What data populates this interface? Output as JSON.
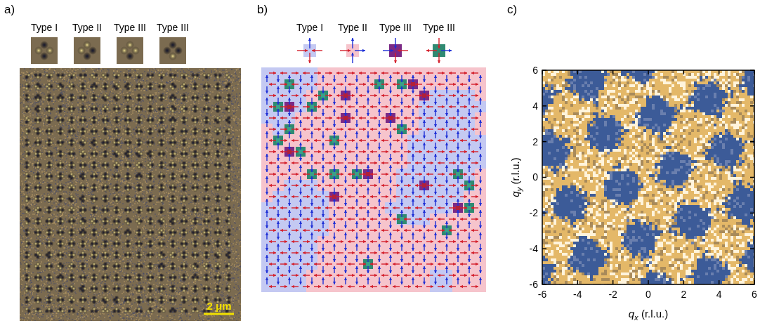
{
  "diagram": {
    "labels": [
      "a)",
      "Type I",
      "Type II",
      "Type III",
      "Type III",
      "2 μm",
      "b)",
      "Type I",
      "Type II",
      "Type III",
      "Type III",
      "c)",
      "6",
      "4",
      "2",
      "0",
      "-2",
      "-4",
      "-6",
      "qy (r.l.u.)",
      "-6",
      "-4",
      "-2",
      "0",
      "2",
      "4",
      "6",
      "qx (r.l.u.)"
    ]
  }
}
